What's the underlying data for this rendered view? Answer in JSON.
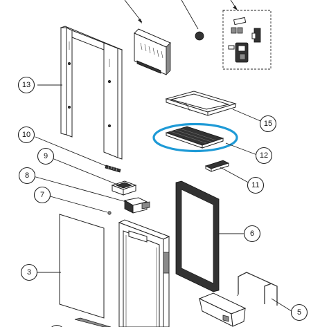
{
  "callouts": [
    {
      "id": "13",
      "label": "13"
    },
    {
      "id": "15",
      "label": "15"
    },
    {
      "id": "10",
      "label": "10"
    },
    {
      "id": "12",
      "label": "12"
    },
    {
      "id": "9",
      "label": "9"
    },
    {
      "id": "8",
      "label": "8"
    },
    {
      "id": "11",
      "label": "11"
    },
    {
      "id": "7",
      "label": "7"
    },
    {
      "id": "6",
      "label": "6"
    },
    {
      "id": "3",
      "label": "3"
    },
    {
      "id": "5",
      "label": "5"
    }
  ],
  "highlight_color": "#1e9ad6",
  "highlighted_part": "12"
}
